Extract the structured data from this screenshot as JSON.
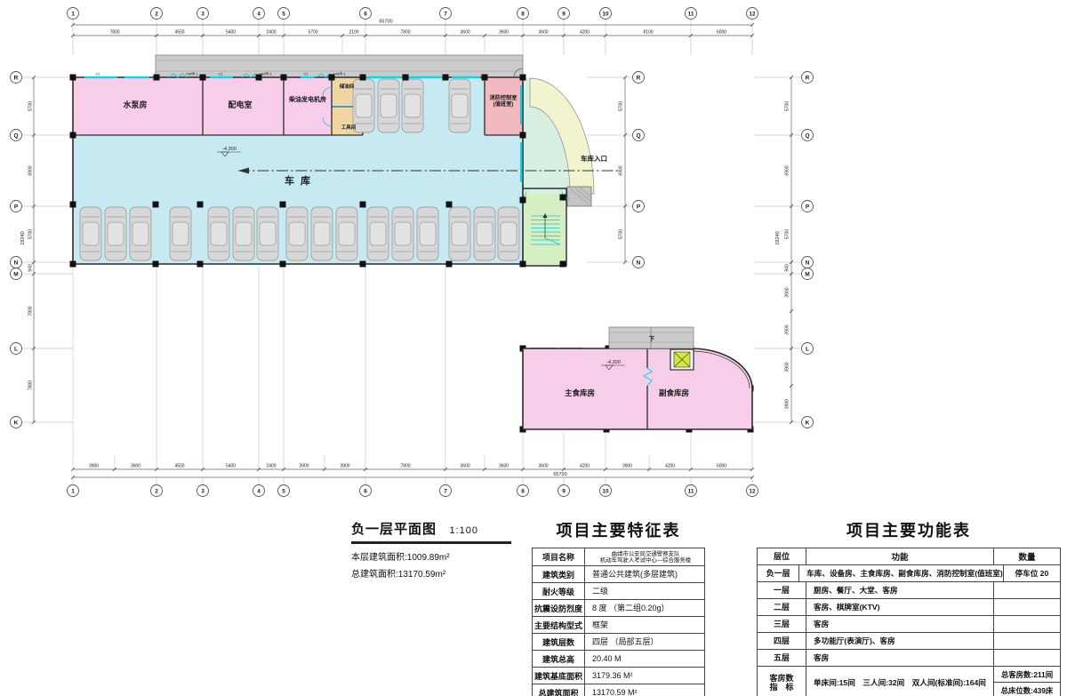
{
  "drawing": {
    "caption": {
      "title": "负一层平面图",
      "scale": "1:100",
      "line1": "本层建筑面积:1009.89m²",
      "line2": "总建筑面积:13170.59m²"
    },
    "plan": {
      "grid_top": [
        "1",
        "2",
        "3",
        "4",
        "5",
        "6",
        "7",
        "8",
        "9",
        "10",
        "11",
        "12"
      ],
      "grid_bottom": [
        "1",
        "2",
        "3",
        "4",
        "5",
        "6",
        "7",
        "8",
        "9",
        "10",
        "11",
        "12"
      ],
      "grid_left": [
        "R",
        "Q",
        "P",
        "N",
        "M",
        "L",
        "K"
      ],
      "grid_right": [
        "R",
        "Q",
        "P",
        "N",
        "M",
        "L",
        "K"
      ],
      "grid_mid_right": [
        "R",
        "Q",
        "P",
        "N"
      ],
      "dims_top": [
        "7800",
        "4500",
        "5400",
        "2400",
        "5700",
        "2100",
        "7800",
        "3600",
        "3600",
        "3600",
        "4200",
        "8100",
        "6000"
      ],
      "dim_top_total": "65700",
      "dims_bottom": [
        "3900",
        "3900",
        "4500",
        "5400",
        "2400",
        "3900",
        "3900",
        "7800",
        "3600",
        "3600",
        "3600",
        "4200",
        "3900",
        "4200",
        "6000"
      ],
      "dim_bottom_total": "65700",
      "dims_left": [
        "5700",
        "6900",
        "5700",
        "940",
        "7800",
        "7800"
      ],
      "dim_left_total": "19240",
      "dims_right": [
        "5700",
        "6900",
        "5700",
        "940",
        "3900",
        "3900",
        "3900",
        "3900"
      ],
      "dim_right_total": "19240",
      "dims_mid_right": [
        "5700",
        "6900",
        "5700"
      ],
      "rooms": {
        "pump": "水泵房",
        "power": "配电室",
        "generator": "柴油发电机房",
        "oil": "储油间",
        "tool": "工具间",
        "fire_control": "消防控制室\n(值班室)",
        "garage": "车库",
        "entrance": "车库入口",
        "main_food": "主食库房",
        "side_food": "副食库房",
        "stair_down": "下"
      },
      "elevation_garage": "-4.200",
      "elevation_food": "-4.200",
      "tags": {
        "window": "C1",
        "door": "FM甲-1"
      },
      "colors": {
        "room_pink": "#f8cdea",
        "garage_cyan": "#c7e9f2",
        "tan": "#f0d6a2",
        "fire_salmon": "#f3b9c1",
        "stair_green": "#d4f0c2",
        "elevator_yellow": "#d6e83a",
        "ramp_band": "#f2f4d0",
        "ramp_inner": "#d8f0e2",
        "strip_gray": "#cbcbcb",
        "window_cyan": "#00d8ee",
        "car_gray": "#d7d7d7"
      }
    }
  },
  "feature_table": {
    "title": "项目主要特征表",
    "rows": [
      {
        "label": "项目名称",
        "value": "曲靖市公安局交通警察支队\n机动车驾驶人考试中心—综合服务楼"
      },
      {
        "label": "建筑类别",
        "value": "普通公共建筑(多层建筑)"
      },
      {
        "label": "耐火等级",
        "value": "二级"
      },
      {
        "label": "抗震设防烈度",
        "value": "8 度 （第二组0.20g）"
      },
      {
        "label": "主要结构型式",
        "value": "框架"
      },
      {
        "label": "建筑层数",
        "value": "四层 （局部五层）"
      },
      {
        "label": "建筑总高",
        "value": "20.40 M"
      },
      {
        "label": "建筑基底面积",
        "value": "3179.36 M²"
      },
      {
        "label": "总建筑面积",
        "value": "13170.59 M²"
      }
    ]
  },
  "function_table": {
    "title": "项目主要功能表",
    "headers": [
      "层位",
      "功能",
      "数量"
    ],
    "rows": [
      {
        "floor": "负一层",
        "func": "车库、设备房、主食库房、副食库房、消防控制室(值班室)",
        "qty": "停车位 20"
      },
      {
        "floor": "一层",
        "func": "厨房、餐厅、大堂、客房",
        "qty": ""
      },
      {
        "floor": "二层",
        "func": "客房、棋牌室(KTV)",
        "qty": ""
      },
      {
        "floor": "三层",
        "func": "客房",
        "qty": ""
      },
      {
        "floor": "四层",
        "func": "多功能厅(表演厅)、客房",
        "qty": ""
      },
      {
        "floor": "五层",
        "func": "客房",
        "qty": ""
      }
    ],
    "summary": {
      "floor": "客房数\n指　标",
      "func": "单床间:15间　三人间:32间　双人间(标准间):164间",
      "qty_top": "总客房数:211间",
      "qty_bottom": "总床位数:439床"
    }
  }
}
